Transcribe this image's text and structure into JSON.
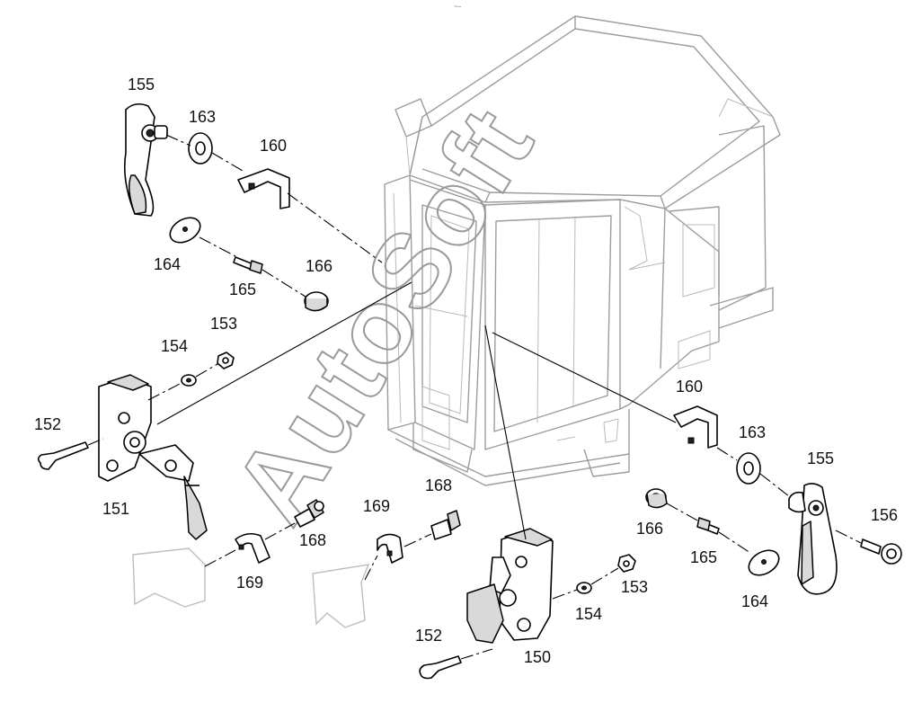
{
  "watermark": "AutoSoft",
  "top_mark": "~-",
  "labels": {
    "l155a": "155",
    "l163a": "163",
    "l160a": "160",
    "l164a": "164",
    "l165a": "165",
    "l166a": "166",
    "l153a": "153",
    "l154a": "154",
    "l152a": "152",
    "l151": "151",
    "l168a": "168",
    "l169a": "169",
    "l169b": "169",
    "l168b": "168",
    "l160b": "160",
    "l163b": "163",
    "l155b": "155",
    "l156": "156",
    "l166b": "166",
    "l165b": "165",
    "l164b": "164",
    "l153b": "153",
    "l154b": "154",
    "l152b": "152",
    "l150": "150"
  }
}
